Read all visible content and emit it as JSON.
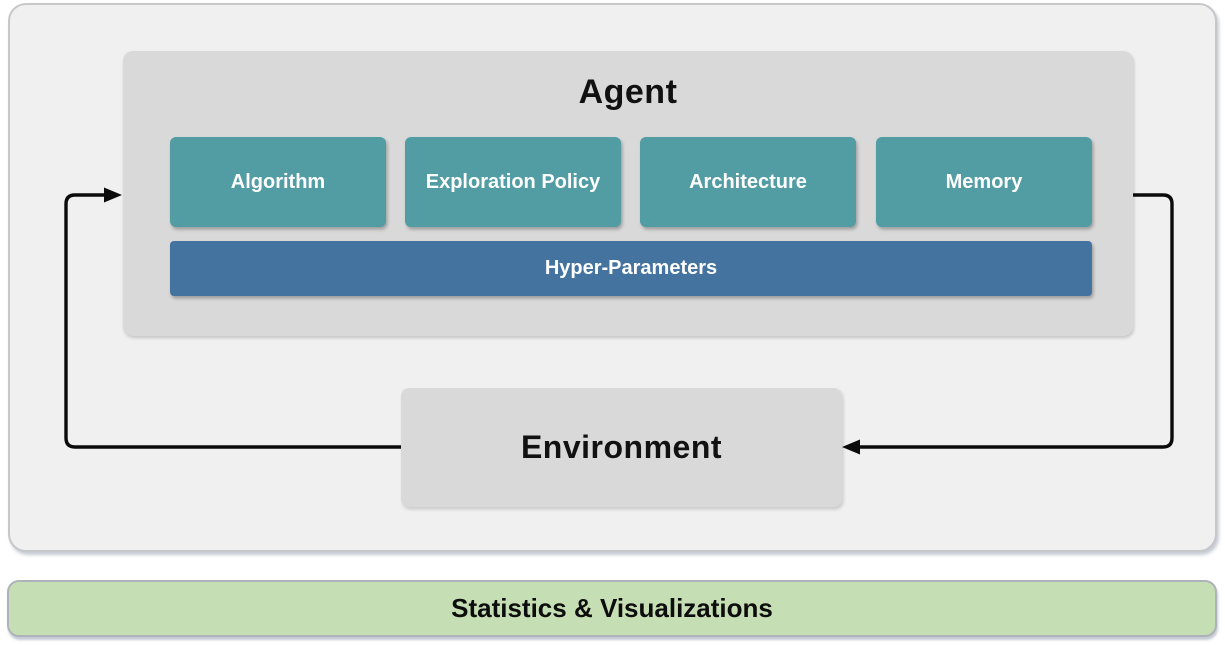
{
  "diagram": {
    "agent": {
      "title": "Agent",
      "modules": [
        {
          "label": "Algorithm"
        },
        {
          "label": "Exploration Policy"
        },
        {
          "label": "Architecture"
        },
        {
          "label": "Memory"
        }
      ],
      "hyper_parameters_label": "Hyper-Parameters"
    },
    "environment": {
      "label": "Environment"
    },
    "footer": {
      "label": "Statistics & Visualizations"
    },
    "arrows": [
      {
        "name": "environment-to-agent",
        "from": "Environment",
        "to": "Agent"
      },
      {
        "name": "agent-to-environment",
        "from": "Agent",
        "to": "Environment"
      }
    ],
    "colors": {
      "module_teal": "#529ca4",
      "hyper_parameters_blue": "#44739f",
      "panel_gray": "#d9d9d9",
      "canvas_gray": "#f0f0f1",
      "footer_green": "#c6deb3",
      "footer_border": "#aeb3b9",
      "arrow_black": "#0b0b0b"
    }
  }
}
